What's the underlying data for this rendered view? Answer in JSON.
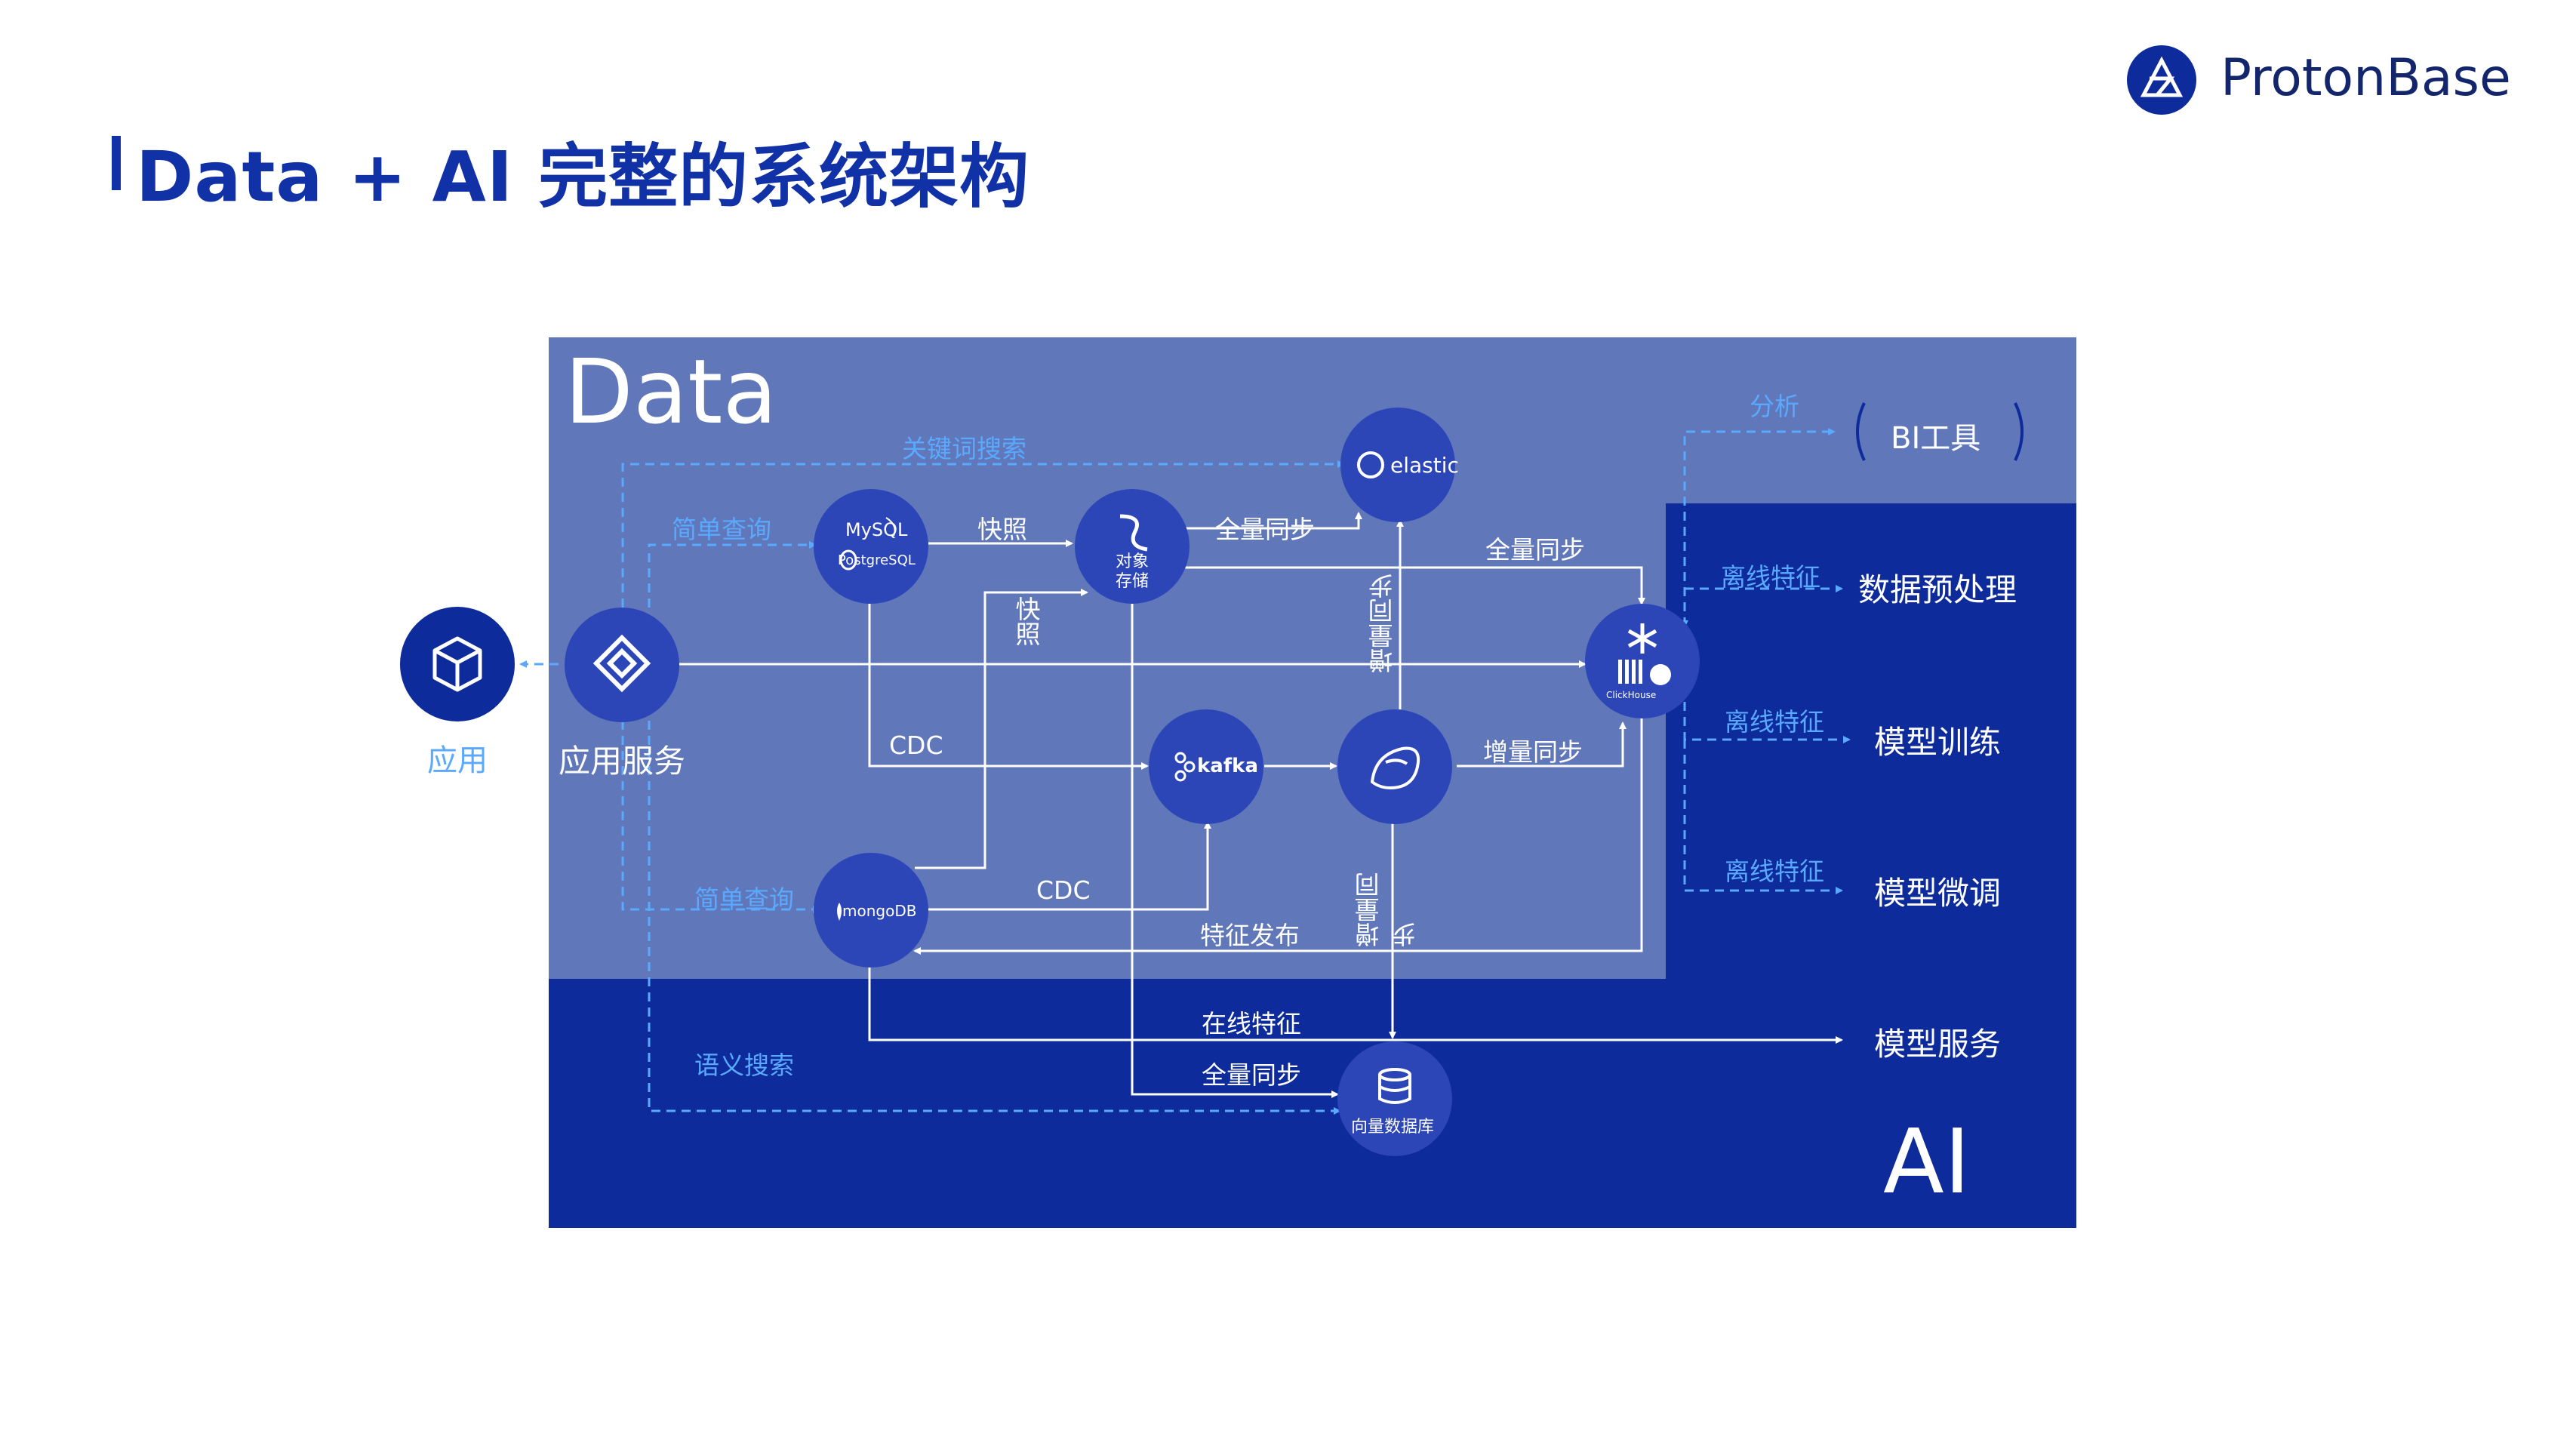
{
  "header": {
    "title": "Data + AI 完整的系统架构",
    "brand_name": "ProtonBase"
  },
  "panels": {
    "data_label": "Data",
    "ai_label": "AI"
  },
  "nodes": {
    "app": "应用",
    "app_service": "应用服务",
    "mysql": "MySQL",
    "postgresql": "PostgreSQL",
    "object_storage": "对象存储",
    "elastic": "elastic",
    "kafka": "kafka",
    "mongodb": "mongoDB",
    "clickhouse": "ClickHouse",
    "vector_db": "向量数据库",
    "bi_tool": "BI工具"
  },
  "edges": {
    "keyword_search": "关键词搜索",
    "simple_query_top": "简单查询",
    "simple_query_bottom": "简单查询",
    "semantic_search": "语义搜索",
    "snapshot_h": "快照",
    "snapshot_v": "快照",
    "full_sync_1": "全量同步",
    "full_sync_2": "全量同步",
    "full_sync_3": "全量同步",
    "incr_sync_h": "增量同步",
    "incr_sync_v1": "增量同步",
    "incr_sync_v2": "增量同步",
    "cdc_1": "CDC",
    "cdc_2": "CDC",
    "feature_publish": "特征发布",
    "online_feature": "在线特征",
    "analysis": "分析",
    "offline_feature_1": "离线特征",
    "offline_feature_2": "离线特征",
    "offline_feature_3": "离线特征"
  },
  "ai_targets": {
    "preprocess": "数据预处理",
    "training": "模型训练",
    "finetune": "模型微调",
    "serving": "模型服务"
  },
  "colors": {
    "brand_blue": "#1131a6",
    "data_panel": "#6077ba",
    "ai_panel": "#0d2b9b",
    "dashed_accent": "#5aa9ff"
  }
}
